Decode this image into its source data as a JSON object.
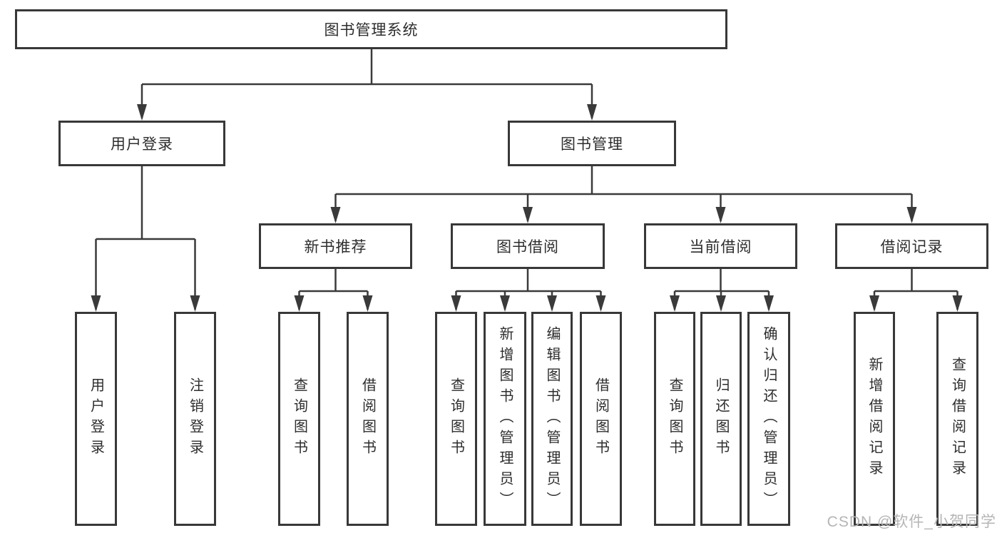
{
  "diagram": {
    "type": "hierarchy-tree",
    "root": {
      "label": "图书管理系统",
      "children": [
        {
          "label": "用户登录",
          "children": [
            {
              "label": "用户登录"
            },
            {
              "label": "注销登录"
            }
          ]
        },
        {
          "label": "图书管理",
          "children": [
            {
              "label": "新书推荐",
              "children": [
                {
                  "label": "查询图书"
                },
                {
                  "label": "借阅图书"
                }
              ]
            },
            {
              "label": "图书借阅",
              "children": [
                {
                  "label": "查询图书"
                },
                {
                  "label": "新增图书（管理员）"
                },
                {
                  "label": "编辑图书（管理员）"
                },
                {
                  "label": "借阅图书"
                }
              ]
            },
            {
              "label": "当前借阅",
              "children": [
                {
                  "label": "查询图书"
                },
                {
                  "label": "归还图书"
                },
                {
                  "label": "确认归还（管理员）"
                }
              ]
            },
            {
              "label": "借阅记录",
              "children": [
                {
                  "label": "新增借阅记录"
                },
                {
                  "label": "查询借阅记录"
                }
              ]
            }
          ]
        }
      ]
    }
  },
  "watermark": {
    "text": "CSDN @软件_小贺同学"
  },
  "colors": {
    "line": "#3a3a3a",
    "border": "#383838",
    "text": "#2d2d2d",
    "watermark": "#b5b5b5",
    "background": "#ffffff"
  }
}
